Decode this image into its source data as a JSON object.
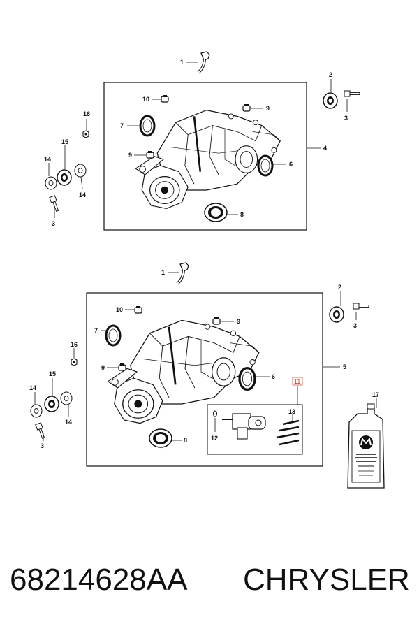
{
  "labels": {
    "top": {
      "c1": "1",
      "c2": "2",
      "c3a": "3",
      "c3b": "3",
      "c4": "4",
      "c6": "6",
      "c7": "7",
      "c8": "8",
      "c9a": "9",
      "c9b": "9",
      "c10": "10",
      "c14a": "14",
      "c14b": "14",
      "c15": "15",
      "c16": "16"
    },
    "bottom": {
      "c1": "1",
      "c2": "2",
      "c3a": "3",
      "c3b": "3",
      "c5": "5",
      "c6": "6",
      "c7": "7",
      "c8": "8",
      "c9a": "9",
      "c9b": "9",
      "c10": "10",
      "c11": "11",
      "c12": "12",
      "c13": "13",
      "c14a": "14",
      "c14b": "14",
      "c15": "15",
      "c16": "16",
      "c17": "17"
    }
  },
  "caption": {
    "part_number": "68214628AA",
    "manufacturer": "CHRYSLER"
  },
  "colors": {
    "line": "#111111",
    "highlight": "#c0392b",
    "background": "#ffffff"
  }
}
